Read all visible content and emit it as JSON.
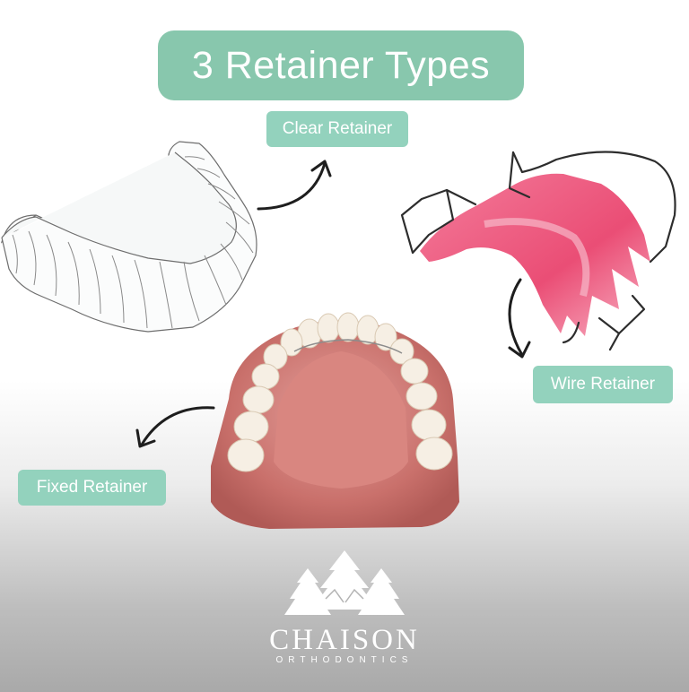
{
  "title": "3 Retainer Types",
  "labels": {
    "clear": "Clear Retainer",
    "wire": "Wire Retainer",
    "fixed": "Fixed Retainer"
  },
  "logo": {
    "name": "CHAISON",
    "subtitle": "ORTHODONTICS",
    "icon": "pine-trees-icon"
  },
  "colors": {
    "accent": "#88c7ad",
    "tag": "#93d2bd"
  }
}
